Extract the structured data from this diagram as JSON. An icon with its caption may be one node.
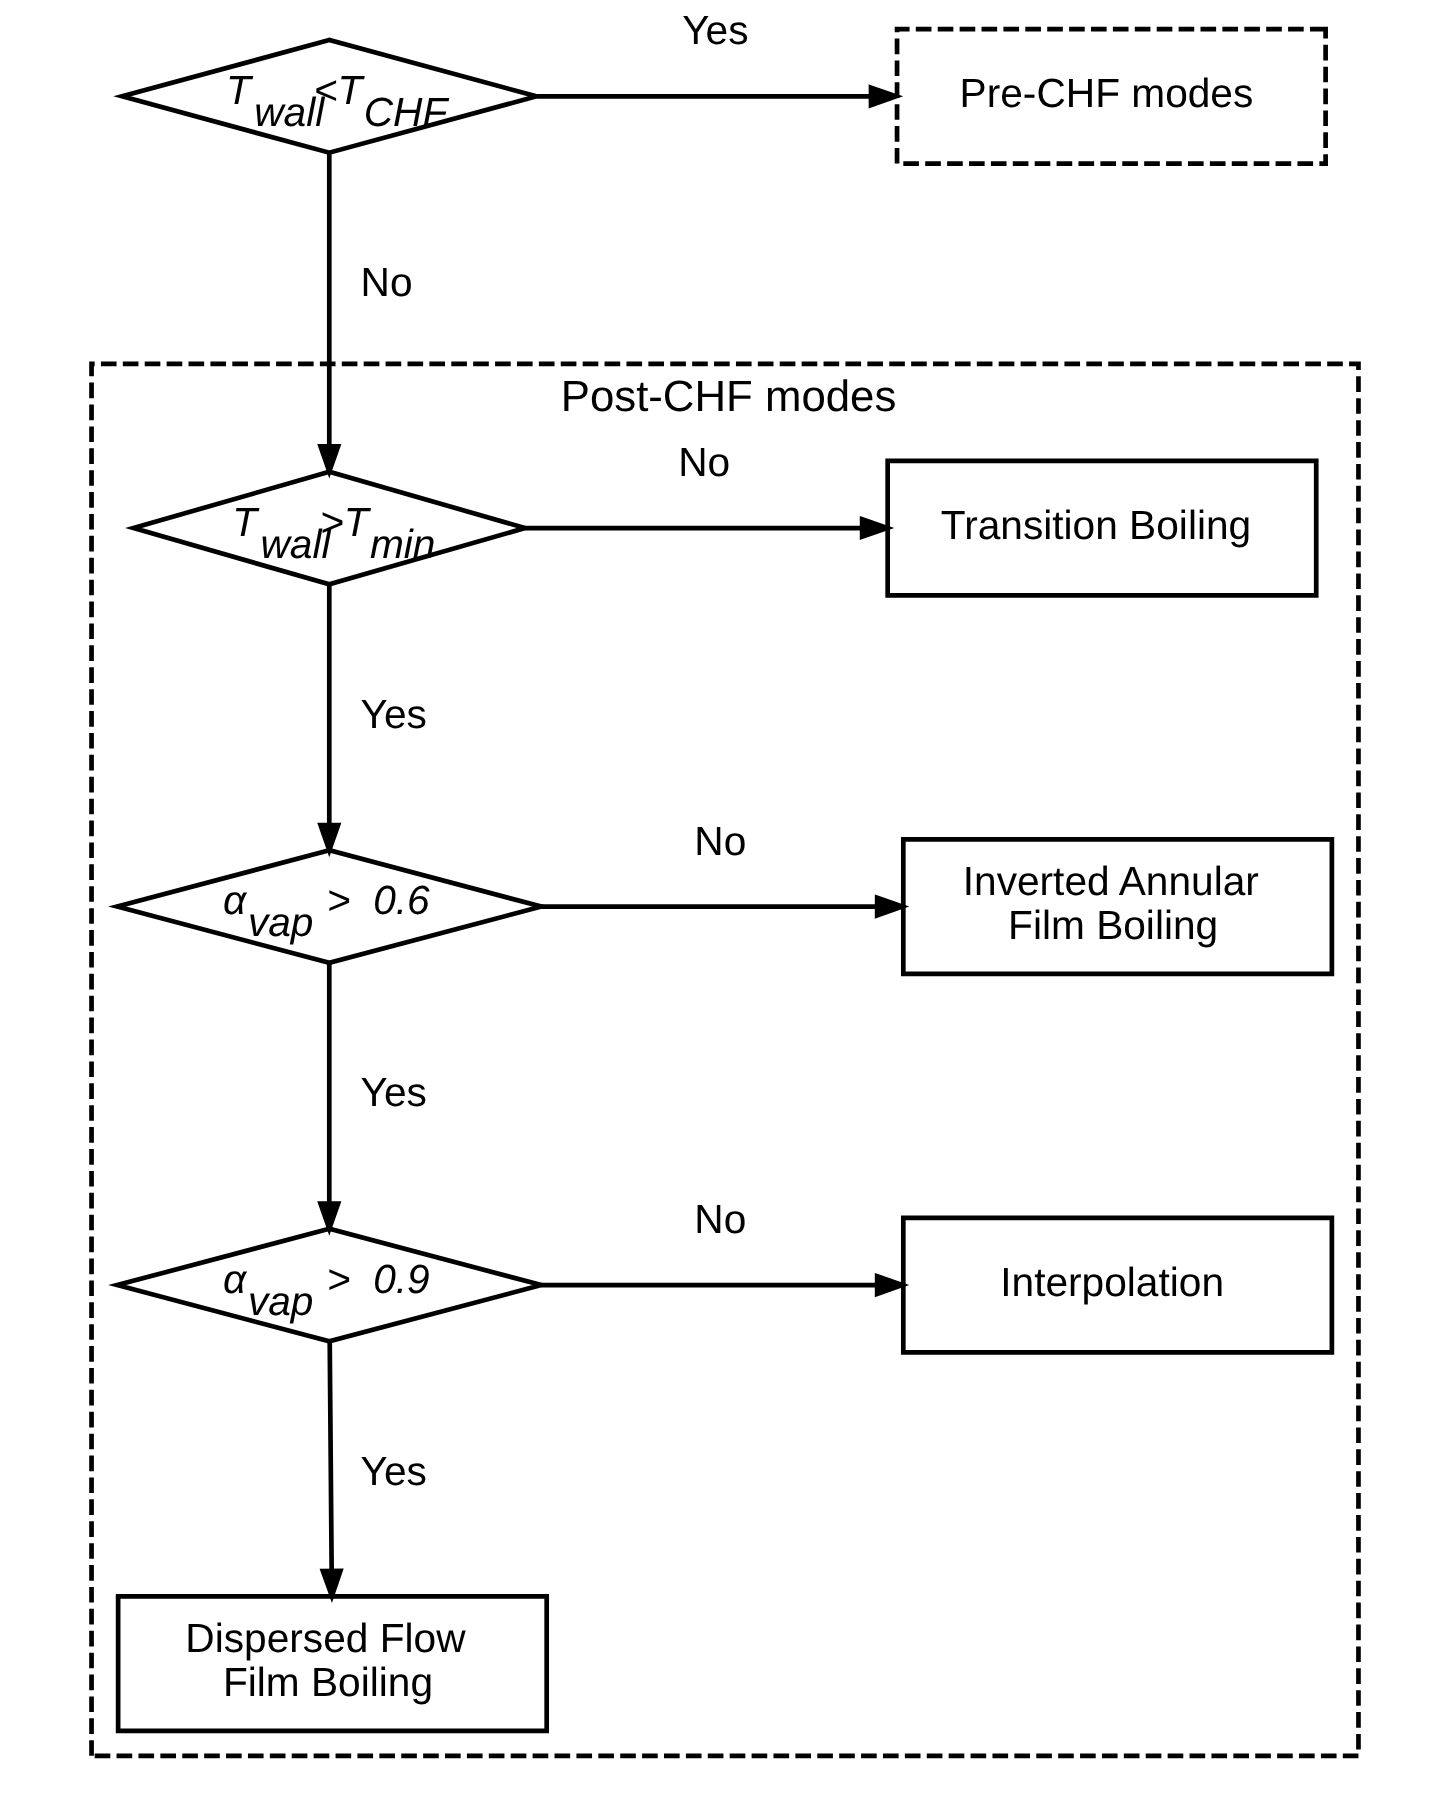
{
  "diagram": {
    "nodes": [
      {
        "text": [
          "T$_{wall}$<T$_{CHF}$"
        ]
      },
      {
        "text": [
          "Pre-CHF modes"
        ]
      },
      {
        "text": [
          "Post-CHF modes"
        ]
      },
      {
        "text": [
          "T$_{wall}$>T$_{min}$"
        ],
        "in": 2
      },
      {
        "text": [
          "Transition Boiling"
        ],
        "in": 2
      },
      {
        "text": [
          "α$_{vap}$ > 0.6"
        ],
        "in": 2
      },
      {
        "text": [
          "Inverted Annular Film Boiling"
        ],
        "in": 2
      },
      {
        "text": [
          "α$_{vap}$ > 0.9"
        ],
        "in": 2
      },
      {
        "text": [
          "Interpolation"
        ],
        "in": 2
      },
      {
        "text": [
          "Dispersed Flow Film Boiling"
        ],
        "in": 2
      }
    ],
    "edges": [
      {
        "from": 0,
        "to": 1,
        "arrow": "to",
        "label": "Yes"
      },
      {
        "from": 0,
        "to": 3,
        "arrow": "to",
        "label": "No"
      },
      {
        "from": 3,
        "to": 4,
        "arrow": "to",
        "label": "No"
      },
      {
        "from": 3,
        "to": 5,
        "arrow": "to",
        "label": "Yes"
      },
      {
        "from": 5,
        "to": 6,
        "arrow": "to",
        "label": "No"
      },
      {
        "from": 5,
        "to": 7,
        "arrow": "to",
        "label": "Yes"
      },
      {
        "from": 7,
        "to": 8,
        "arrow": "to",
        "label": "No"
      },
      {
        "from": 7,
        "to": 9,
        "arrow": "to",
        "label": "Yes"
      }
    ]
  }
}
